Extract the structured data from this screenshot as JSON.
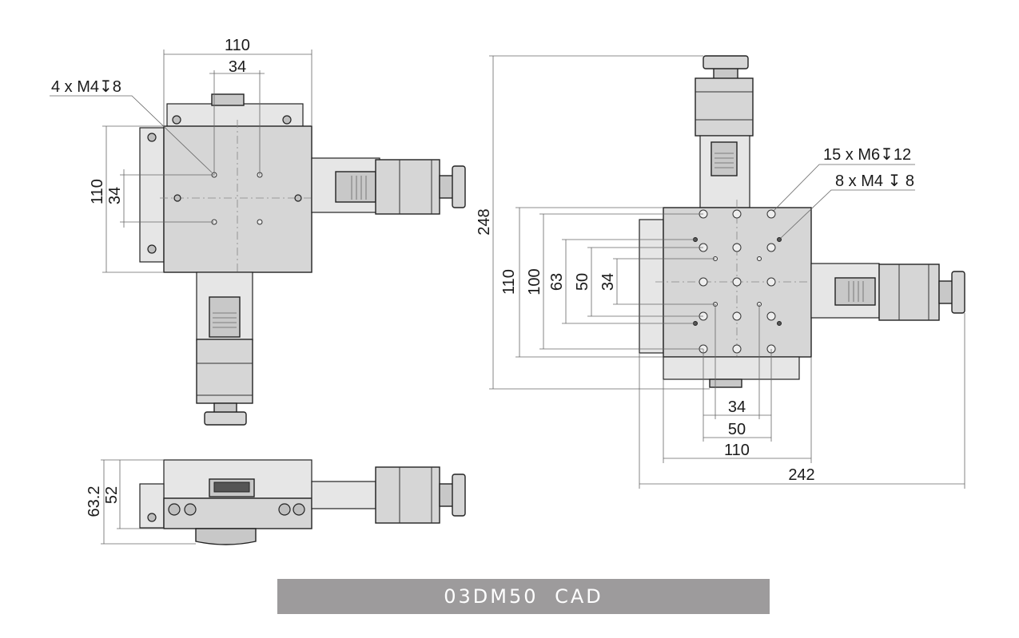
{
  "caption": "03DM50  CAD",
  "dimensions": {
    "top_view": {
      "width_110": "110",
      "spacing_34_h": "34",
      "height_110": "110",
      "spacing_34_v": "34",
      "callout": "4 x M4↧8"
    },
    "side_view": {
      "height_63_2": "63.2",
      "height_52": "52"
    },
    "iso_view": {
      "overall_height": "248",
      "callout_1": "15 x M6↧12",
      "callout_2": "8 x M4 ↧ 8",
      "h_110": "110",
      "h_100": "100",
      "h_63": "63",
      "h_50": "50",
      "h_34": "34",
      "w_34": "34",
      "w_50": "50",
      "w_110": "110",
      "overall_width": "242"
    }
  },
  "colors": {
    "caption_background": "#9d9b9c",
    "caption_text": "#ffffff",
    "part_fill": "#d6d6d6",
    "line": "#222222"
  }
}
